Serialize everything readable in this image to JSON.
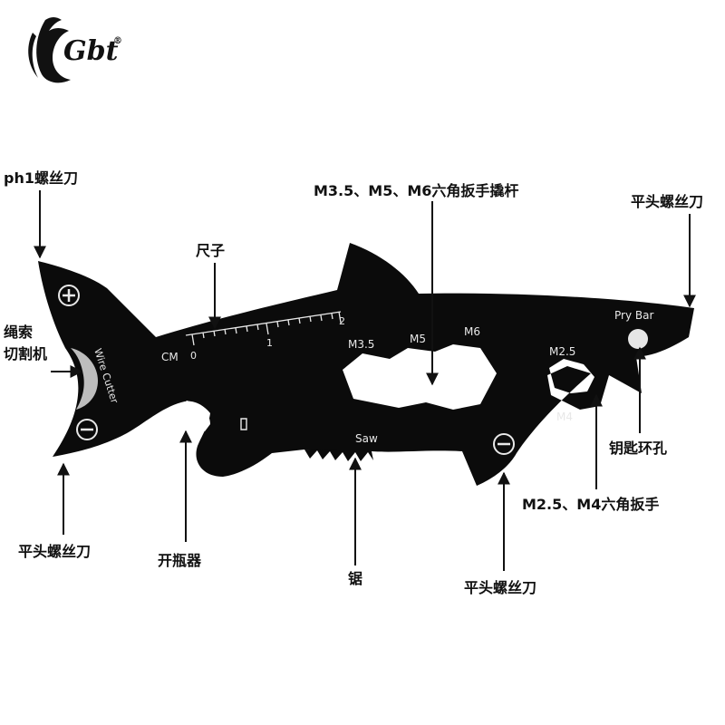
{
  "brand": {
    "name": "Gbt",
    "mark": "®"
  },
  "labels": {
    "ph1_screwdriver": "ph1螺丝刀",
    "hex_wrench_lever": "M3.5、M5、M6六角扳手撬杆",
    "flat_screwdriver_right": "平头螺丝刀",
    "ruler": "尺子",
    "rope_cutter_line1": "绳索",
    "rope_cutter_line2": "切割机",
    "keyring_hole": "钥匙环孔",
    "small_hex_wrench": "M2.5、M4六角扳手",
    "flat_screwdriver_left": "平头螺丝刀",
    "bottle_opener": "开瓶器",
    "saw": "锯",
    "flat_screwdriver_bottom": "平头螺丝刀"
  },
  "etched": {
    "wire_cutter": "Wire Cutter",
    "cm": "CM",
    "tick_0": "0",
    "tick_1": "1",
    "tick_2": "2",
    "m35": "M3.5",
    "m5": "M5",
    "m6": "M6",
    "m25": "M2.5",
    "m4": "M4",
    "saw": "Saw",
    "pry_bar": "Pry Bar"
  },
  "colors": {
    "tool_body": "#0b0b0b",
    "etch": "#e8e8e8",
    "text": "#111111"
  }
}
